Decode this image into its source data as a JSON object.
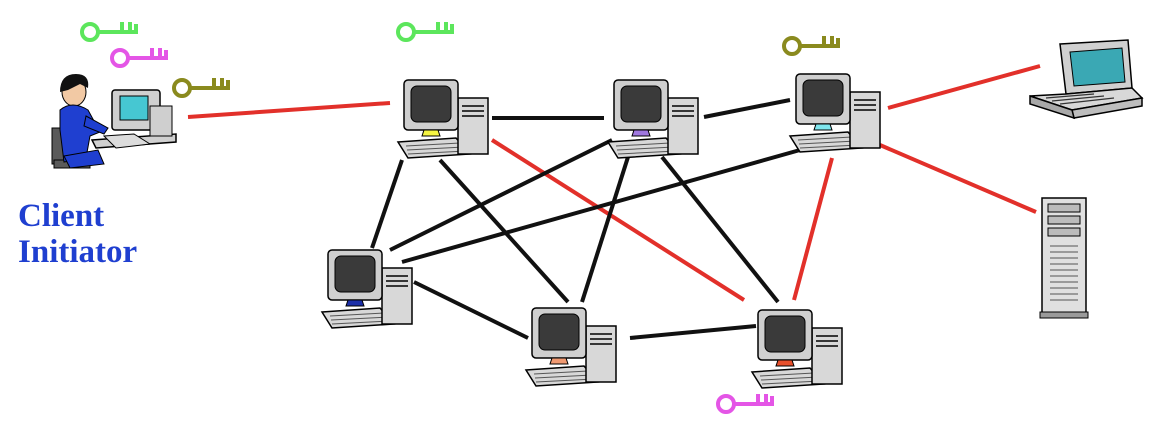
{
  "client_label": {
    "line1": "Client",
    "line2": "Initiator"
  },
  "colors": {
    "secure_link": "#e2302a",
    "plain_link": "#111111",
    "key_green": "#5ce65c",
    "key_magenta": "#e455e6",
    "key_olive": "#8a8a1e",
    "label": "#1f3fd0"
  },
  "nodes": [
    {
      "id": "n1",
      "stand_color": "#f5f542",
      "key": "key_green"
    },
    {
      "id": "n2",
      "stand_color": "#a078e0",
      "key": null
    },
    {
      "id": "n3",
      "stand_color": "#7ee6ee",
      "key": "key_olive"
    },
    {
      "id": "n4",
      "stand_color": "#1c2fa8",
      "key": null
    },
    {
      "id": "n5",
      "stand_color": "#f09a72",
      "key": null
    },
    {
      "id": "n6",
      "stand_color": "#e8502c",
      "key": "key_magenta"
    }
  ],
  "endpoints": [
    "client-workstation",
    "laptop",
    "server-tower"
  ],
  "links": {
    "red": [
      [
        "client",
        "n1"
      ],
      [
        "n1",
        "n6"
      ],
      [
        "n3",
        "n6"
      ],
      [
        "n3",
        "laptop"
      ],
      [
        "n3",
        "server"
      ]
    ],
    "black": [
      [
        "n1",
        "n2"
      ],
      [
        "n2",
        "n3"
      ],
      [
        "n1",
        "n4"
      ],
      [
        "n1",
        "n5"
      ],
      [
        "n2",
        "n4"
      ],
      [
        "n2",
        "n5"
      ],
      [
        "n2",
        "n6"
      ],
      [
        "n3",
        "n4"
      ],
      [
        "n4",
        "n5"
      ],
      [
        "n5",
        "n6"
      ]
    ]
  }
}
